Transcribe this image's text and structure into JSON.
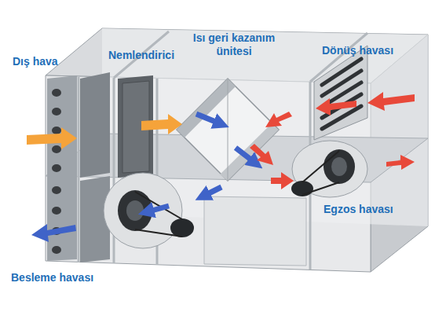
{
  "diagram": {
    "labels": [
      "Dış hava",
      "Nemlendirici",
      "Isı geri kazanım ünitesi",
      "Dönüş havası",
      "Egzos havası",
      "Besleme havası"
    ]
  }
}
